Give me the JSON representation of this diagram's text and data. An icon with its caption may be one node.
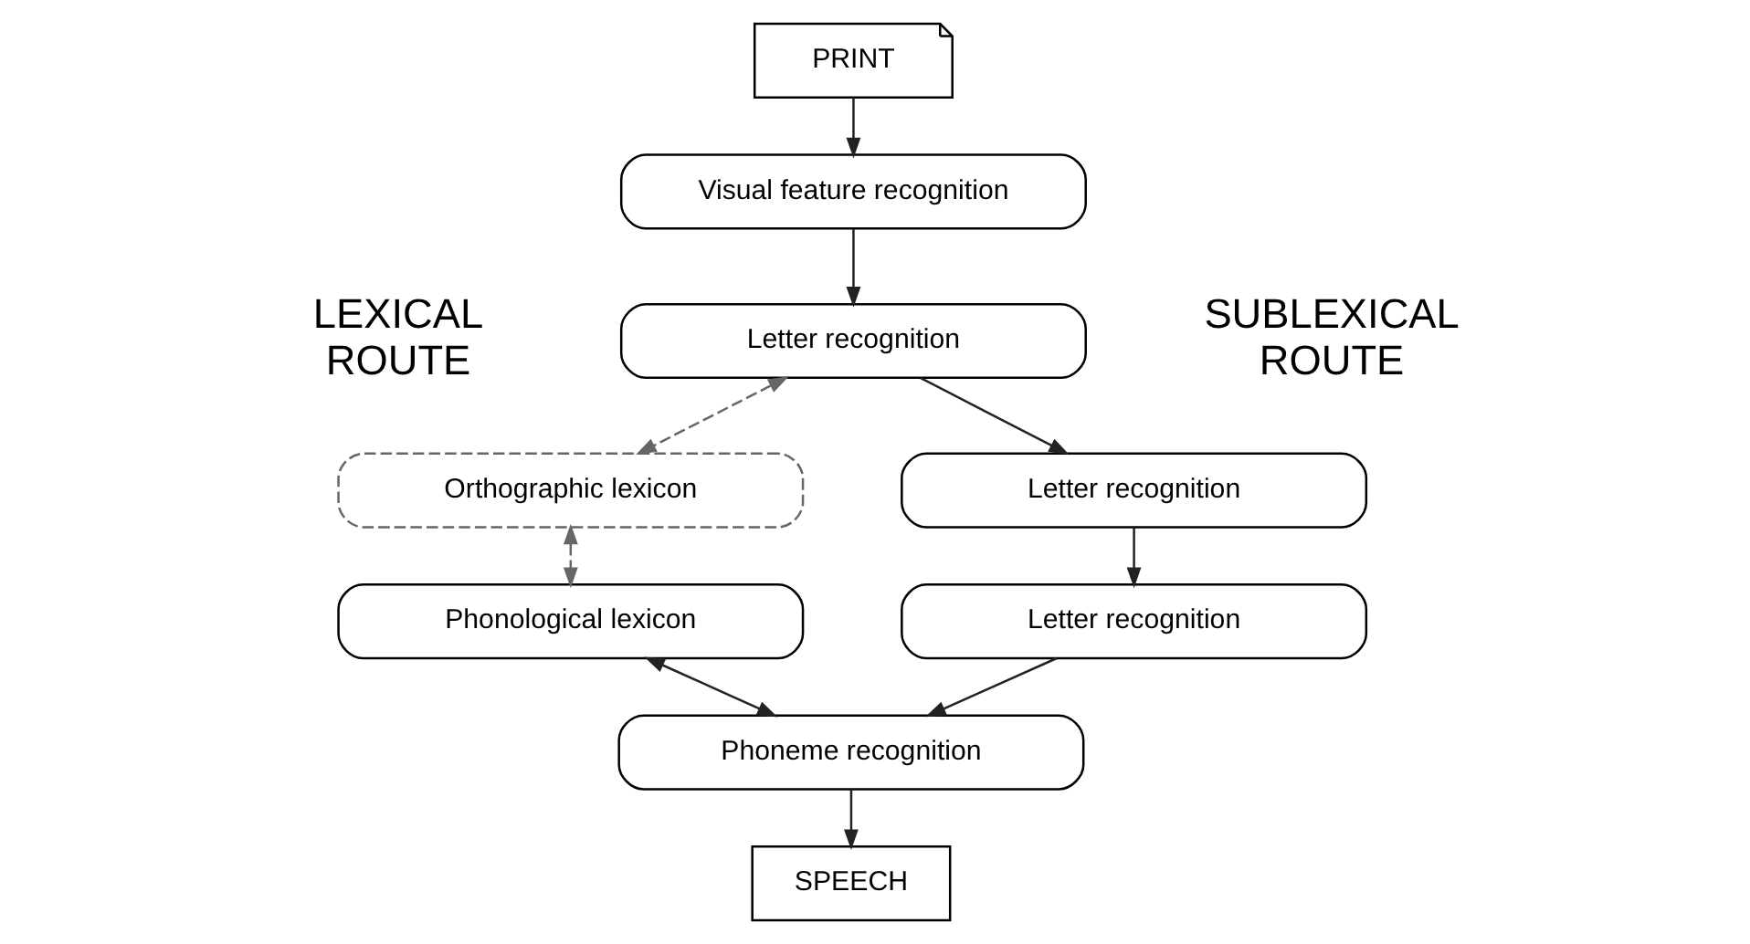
{
  "diagram": {
    "nodes": [
      {
        "text": [
          "PRINT"
        ]
      },
      {
        "text": [
          "Visual feature recognition"
        ]
      },
      {
        "text": [
          "Letter recognition"
        ]
      },
      {
        "text": [
          "Orthographic lexicon"
        ]
      },
      {
        "text": [
          "Letter recognition"
        ]
      },
      {
        "text": [
          "Phonological lexicon"
        ]
      },
      {
        "text": [
          "Letter recognition"
        ]
      },
      {
        "text": [
          "Phoneme recognition"
        ]
      },
      {
        "text": [
          "SPEECH"
        ]
      }
    ],
    "edges": [
      {
        "from": 0,
        "to": 1,
        "arrow": "to"
      },
      {
        "from": 1,
        "to": 2,
        "arrow": "to"
      },
      {
        "from": 2,
        "to": 3,
        "arrow": "both",
        "style": "dashed",
        "color": "#666666"
      },
      {
        "from": 2,
        "to": 4,
        "arrow": "to"
      },
      {
        "from": 3,
        "to": 5,
        "arrow": "both",
        "style": "dashed",
        "color": "#666666"
      },
      {
        "from": 4,
        "to": 6,
        "arrow": "to"
      },
      {
        "from": 5,
        "to": 7,
        "arrow": "both"
      },
      {
        "from": 6,
        "to": 7,
        "arrow": "to"
      },
      {
        "from": 7,
        "to": 8,
        "arrow": "to"
      }
    ],
    "labels": [
      "LEXICAL ROUTE",
      "SUBLEXICAL ROUTE"
    ]
  }
}
